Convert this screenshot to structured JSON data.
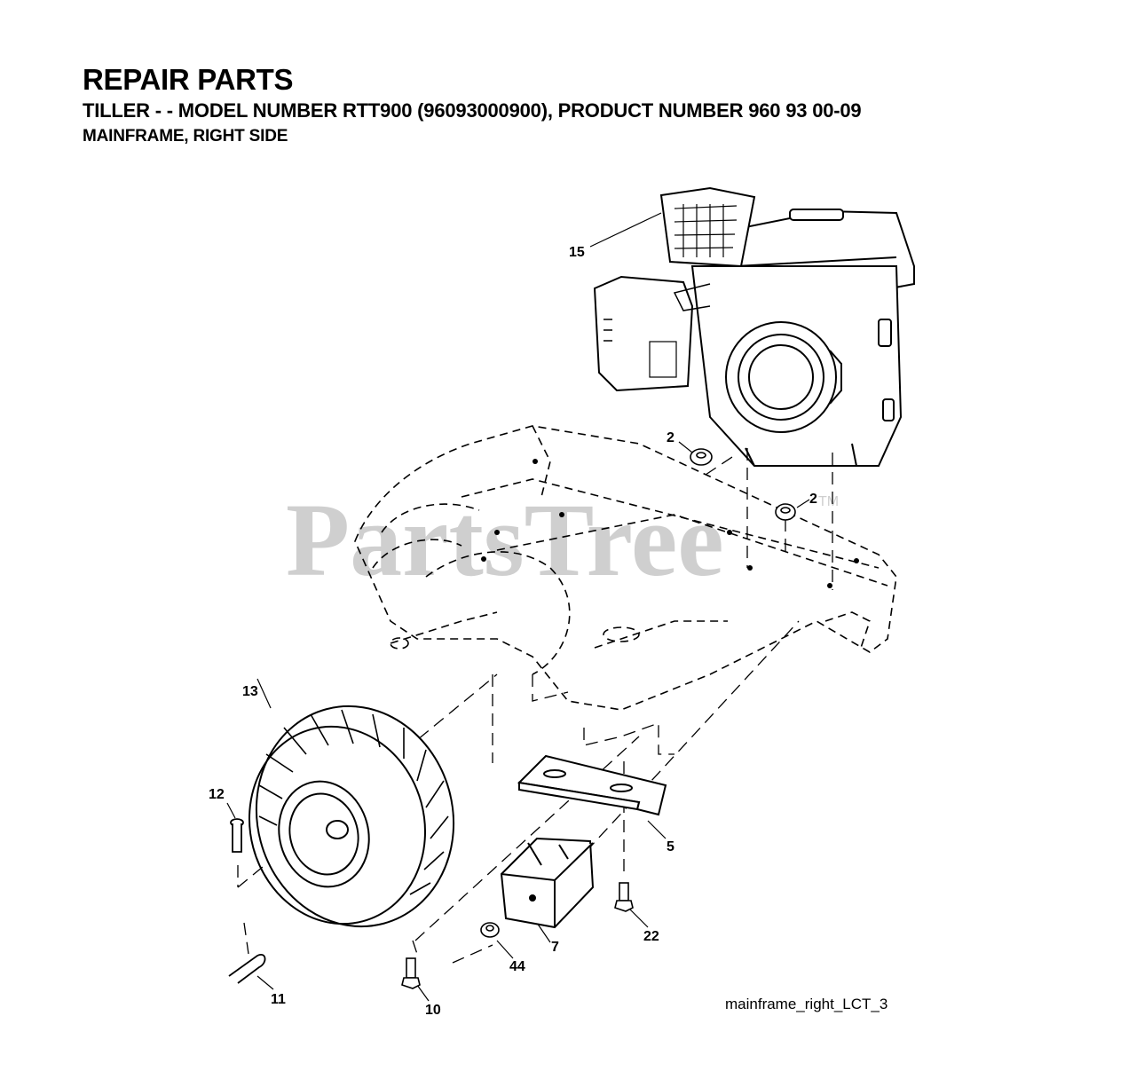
{
  "header": {
    "title": "REPAIR PARTS",
    "subtitle": "TILLER - - MODEL NUMBER RTT900 (96093000900), PRODUCT NUMBER 960 93 00-09",
    "section": "MAINFRAME, RIGHT SIDE"
  },
  "diagram": {
    "callouts": {
      "engine": "15",
      "nut_upper": "2",
      "nut_lower": "2",
      "wheel": "13",
      "clevis_pin": "12",
      "hairpin": "11",
      "bolt_left": "10",
      "locknut": "44",
      "weight": "7",
      "bracket": "5",
      "bolt_right": "22"
    },
    "drawing_code": "mainframe_right_LCT_3",
    "watermark": "PartsTree",
    "watermark_tm": "TM"
  }
}
